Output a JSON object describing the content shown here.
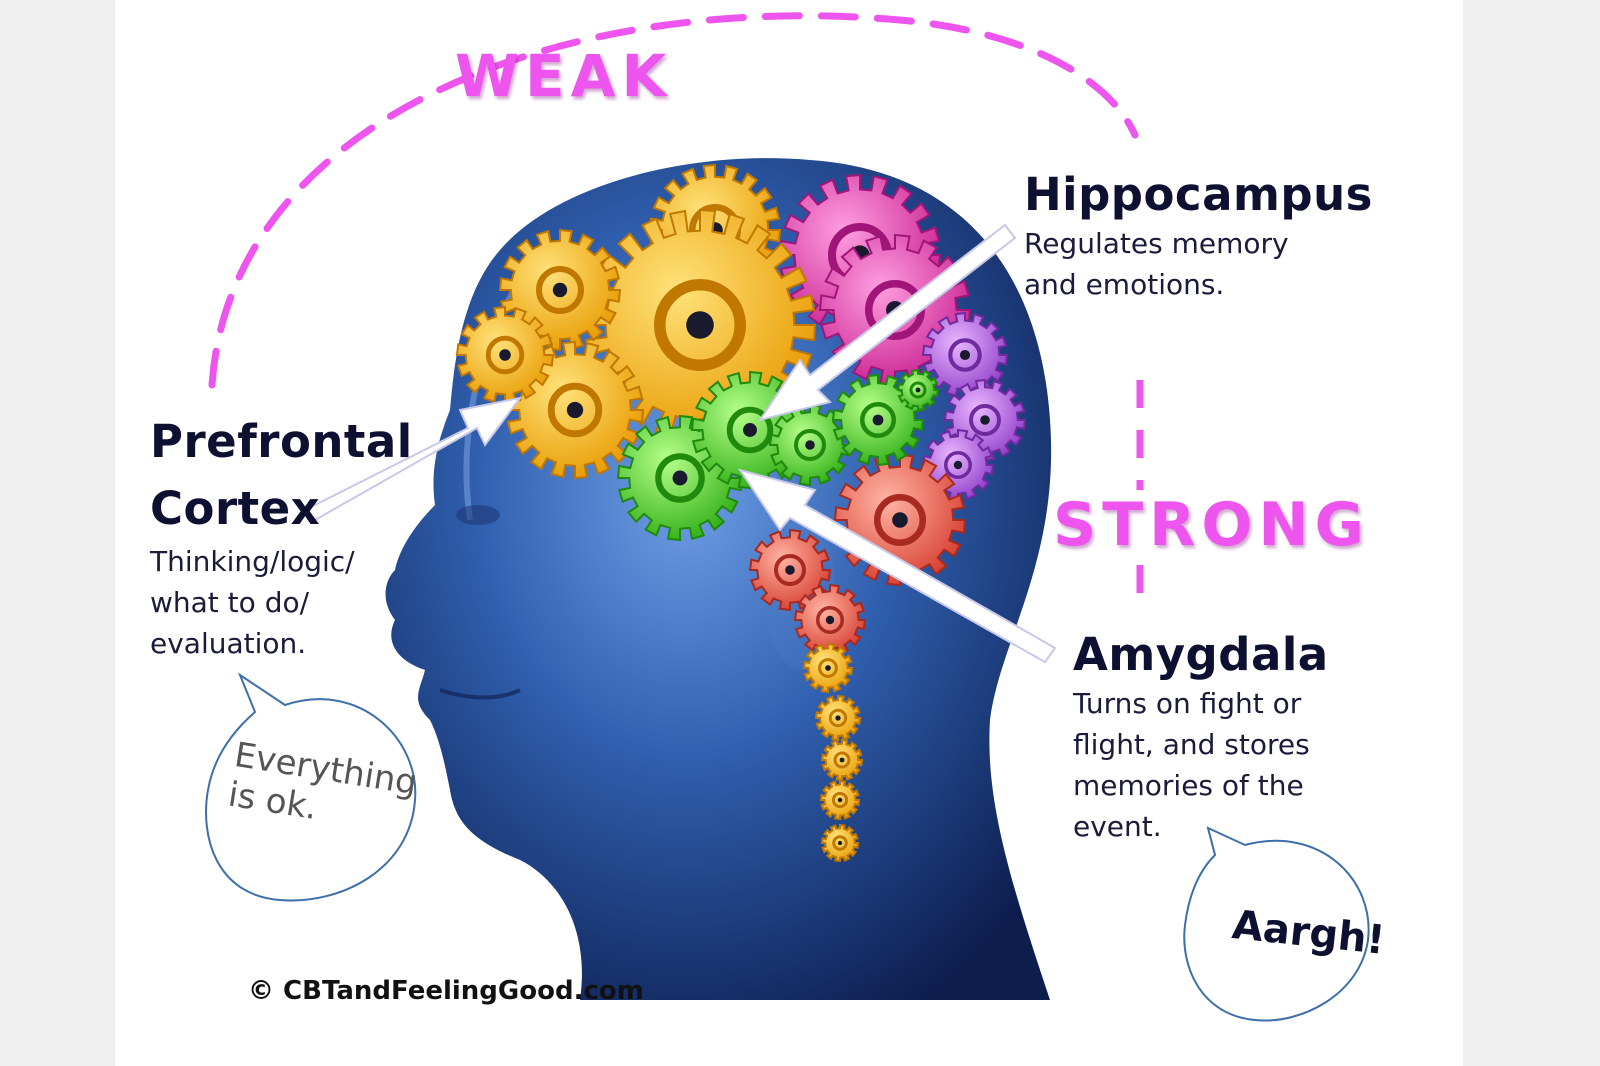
{
  "diagram": {
    "labels": {
      "weak": "WEAK",
      "strong": "STRONG"
    },
    "regions": [
      {
        "id": "prefrontal",
        "title_line1": "Prefrontal",
        "title_line2": "Cortex",
        "desc_lines": [
          "Thinking/logic/",
          "what to do/",
          "evaluation."
        ]
      },
      {
        "id": "hippocampus",
        "title": "Hippocampus",
        "desc_lines": [
          "Regulates memory",
          "and emotions."
        ]
      },
      {
        "id": "amygdala",
        "title": "Amygdala",
        "desc_lines": [
          "Turns on fight or",
          "flight, and stores",
          "memories of the",
          "event."
        ]
      }
    ],
    "bubbles": {
      "calm_line1": "Everything",
      "calm_line2": "is ok.",
      "panic": "Aargh!"
    },
    "credit": "© CBTandFeelingGood.com"
  },
  "colors": {
    "accent_magenta": "#ee55ee",
    "head_blue": "#2d5aa8",
    "gear_yellow": "#f5b800",
    "gear_green": "#55d62a",
    "gear_pink": "#e03fb0",
    "gear_purple": "#b15ee0",
    "gear_red": "#e8584a",
    "text_dark": "#0d1030"
  }
}
